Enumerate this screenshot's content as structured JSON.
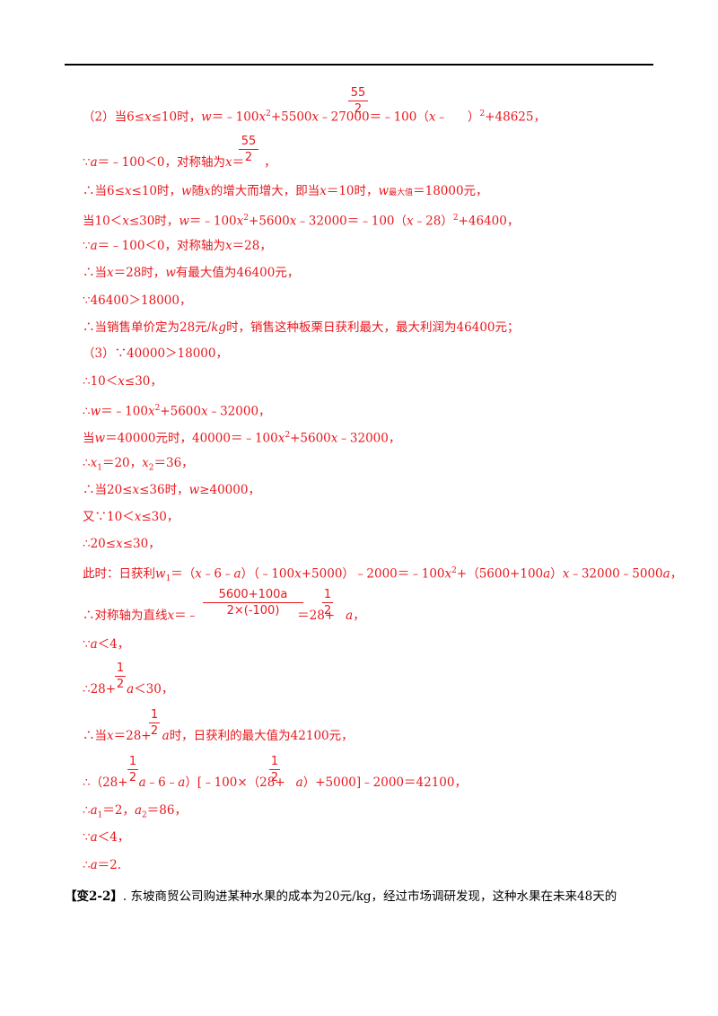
{
  "lines": [
    "（2）当6≤x≤10时，w＝﹣100x²+5500x﹣27000＝﹣100（x﹣55/2）²+48625，",
    "∵a＝﹣100＜0，对称轴为x＝55/2，",
    "∴当6≤x≤10时，w随x的增大而增大，即当x＝10时，w最大值＝18000元，",
    "当10＜x≤30时，w＝﹣100x²+5600x﹣32000＝﹣100（x﹣28）²+46400，",
    "∵a＝﹣100＜0，对称轴为x＝28，",
    "∴当x＝28时，w有最大值为46400元，",
    "∵46400＞18000，",
    "∴当销售单价定为28元/kg时，销售这种板栗日获利最大，最大利润为46400元；",
    "（3）∵40000＞18000，",
    "∴10＜x≤30，",
    "∴w＝﹣100x²+5600x﹣32000，",
    "当w＝40000元时，40000＝﹣100x²+5600x﹣32000，",
    "∴x₁＝20，x₂＝36，",
    "∴当20≤x≤36时，w≥40000，",
    "又∵10＜x≤30，",
    "∴20≤x≤30，",
    "此时：日获利w₁＝（x﹣6﹣a）（﹣100x+5000）﹣2000＝﹣100x²+（5600+100a）x﹣32000﹣5000a，",
    "∴对称轴为直线x＝﹣(5600+100a)/(2×(-100))＝28+(1/2)a，",
    "∵a＜4，",
    "∴28+(1/2)a＜30，",
    "∴当x＝28+(1/2)a时，日获利的最大值为42100元，",
    "∴（28+(1/2)a﹣6﹣a）[﹣100×（28+(1/2)a）+5000]﹣2000＝42100，",
    "∴a₁＝2，a₂＝86，",
    "∵a＜4，",
    "∴a＝2."
  ],
  "fractions": {
    "f55n": "55",
    "f55d": "2",
    "big_n": "5600+100a",
    "big_d": "2×(-100)",
    "half_n": "1",
    "half_d": "2"
  },
  "footer": {
    "tag": "【变2-2】",
    "text": ". 东坡商贸公司购进某种水果的成本为20元/kg，经过市场调研发现，这种水果在未来48天的"
  }
}
